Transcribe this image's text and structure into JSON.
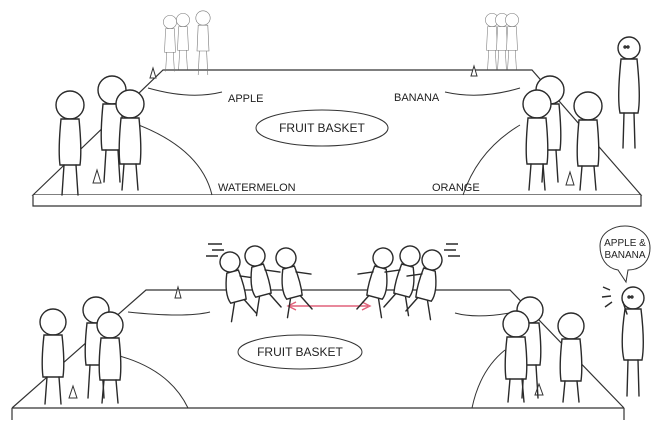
{
  "panels": [
    {
      "court_labels": {
        "top_left": "APPLE",
        "top_right": "BANANA",
        "bottom_left": "WATERMELON",
        "bottom_right": "ORANGE",
        "center": "FRUIT BASKET"
      }
    },
    {
      "court_labels": {
        "center": "FRUIT BASKET"
      },
      "speech_bubble": {
        "line1": "APPLE &",
        "line2": "BANANA"
      },
      "arrow_color": "#e0607a"
    }
  ]
}
